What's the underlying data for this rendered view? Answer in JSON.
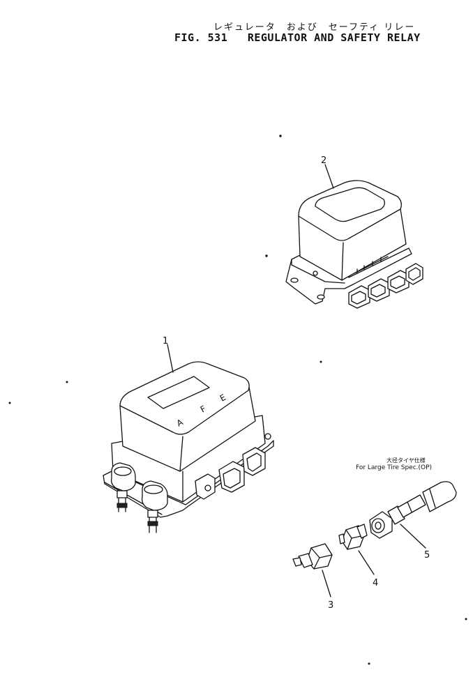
{
  "figure": {
    "title_jp": "レギュレータ　および　セーフティ リレー",
    "title": "FIG. 531   REGULATOR AND SAFETY RELAY"
  },
  "parts": [
    {
      "callout": "1"
    },
    {
      "callout": "2"
    },
    {
      "callout": "3"
    },
    {
      "callout": "4"
    },
    {
      "callout": "5"
    }
  ],
  "regulator_markings": [
    "A",
    "F",
    "E"
  ],
  "option_note": {
    "jp": "大径タイヤ仕様",
    "en": "For Large Tire Spec.(OP)"
  }
}
